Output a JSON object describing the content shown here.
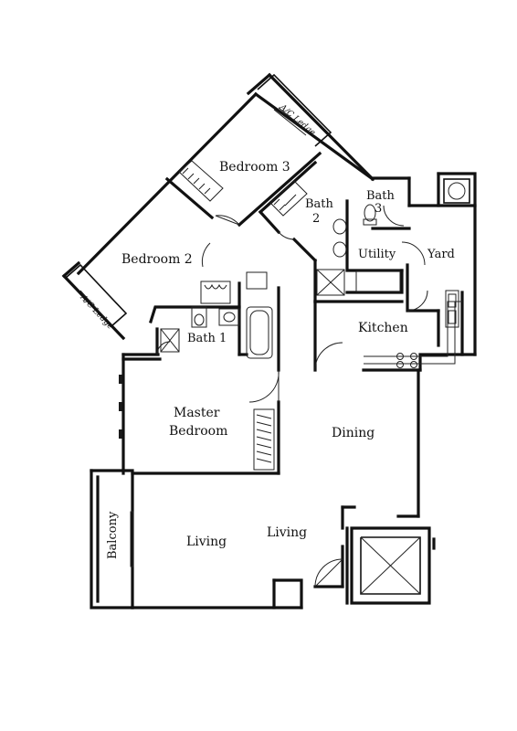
{
  "rooms": {
    "bedroom3": "Bedroom 3",
    "bedroom2": "Bedroom 2",
    "bath2_line1": "Bath",
    "bath2_line2": "2",
    "bath3_line1": "Bath",
    "bath3_line2": "3",
    "utility": "Utility",
    "yard": "Yard",
    "kitchen": "Kitchen",
    "bath1": "Bath 1",
    "master_line1": "Master",
    "master_line2": "Bedroom",
    "dining": "Dining",
    "balcony": "Balcony",
    "living_left": "Living",
    "living_right": "Living",
    "ac_ledge_top": "A/C Ledge",
    "ac_ledge_left": "A/C Ledge"
  }
}
